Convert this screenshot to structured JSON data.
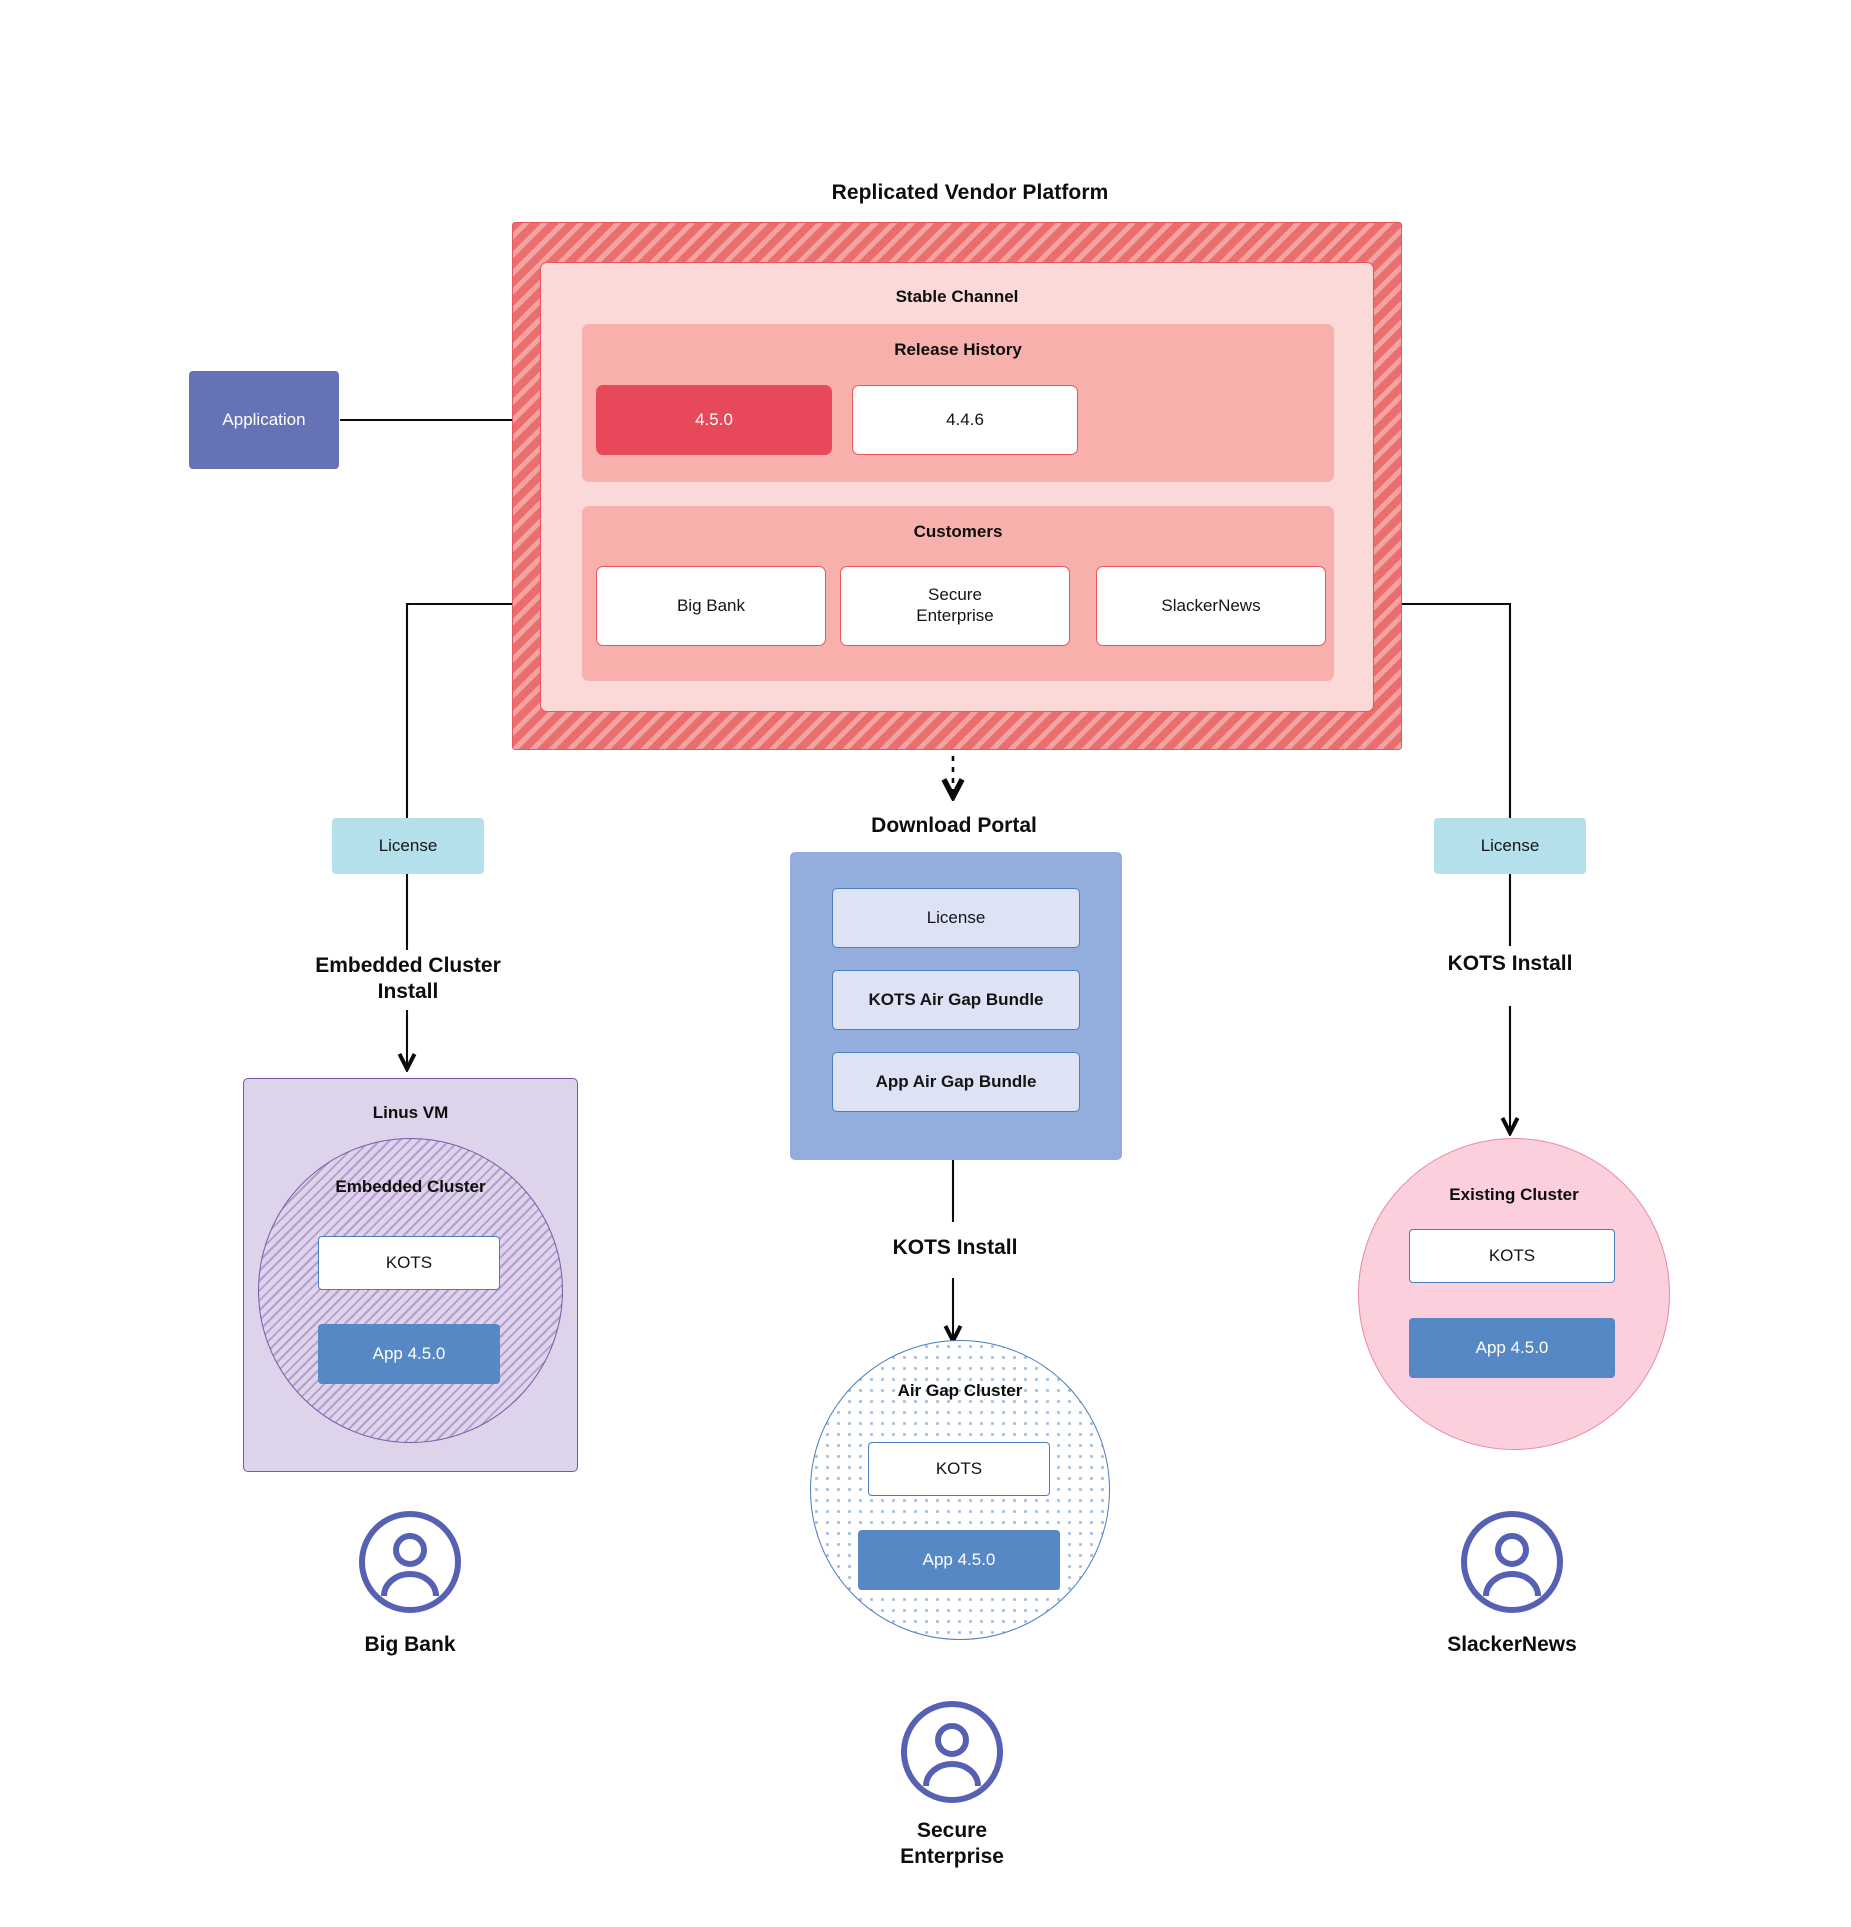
{
  "diagram": {
    "title": "Replicated Vendor Platform",
    "application_node": "Application",
    "channel": {
      "label": "Stable Channel",
      "release_history": {
        "label": "Release History",
        "releases": [
          {
            "version": "4.5.0",
            "state": "current"
          },
          {
            "version": "4.4.6",
            "state": "prior"
          }
        ]
      },
      "customers": {
        "label": "Customers",
        "items": [
          "Big Bank",
          "Secure\nEnterprise",
          "SlackerNews"
        ]
      }
    },
    "branches": {
      "left": {
        "license_label": "License",
        "install_label": "Embedded Cluster\nInstall",
        "vm_label": "Linus VM",
        "cluster_label": "Embedded Cluster",
        "kots_label": "KOTS",
        "app_label": "App 4.5.0",
        "persona": "Big Bank"
      },
      "center": {
        "portal_title": "Download  Portal",
        "portal_items": [
          "License",
          "KOTS Air Gap Bundle",
          "App Air Gap Bundle"
        ],
        "install_label": "KOTS Install",
        "cluster_label": "Air Gap Cluster",
        "kots_label": "KOTS",
        "app_label": "App 4.5.0",
        "persona": "Secure\nEnterprise"
      },
      "right": {
        "license_label": "License",
        "install_label": "KOTS Install",
        "cluster_label": "Existing Cluster",
        "kots_label": "KOTS",
        "app_label": "App 4.5.0",
        "persona": "SlackerNews"
      }
    },
    "colors": {
      "vendor_hatch": "#ea6e6e",
      "channel_bg": "#fbd9d8",
      "subsection_bg": "#f7b0ac",
      "release_current": "#e8495a",
      "application": "#6672b6",
      "license": "#b3e0ea",
      "vm_purple": "#ddd3ea",
      "portal_blue": "#93aedc",
      "app_blue": "#5588c4",
      "existing_pink": "#fbd0dc",
      "kots_border": "#4a7ebb"
    }
  }
}
